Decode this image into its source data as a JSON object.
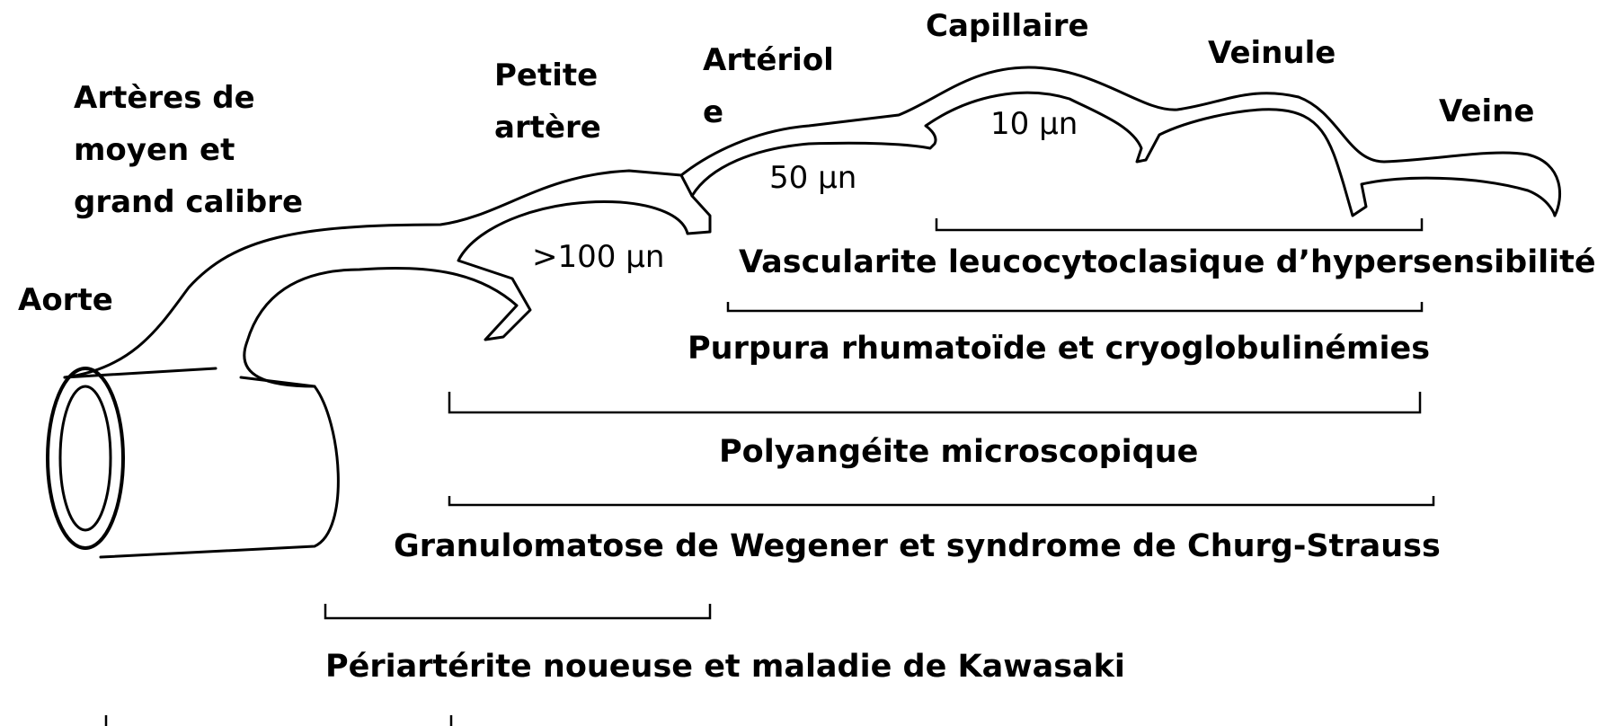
{
  "vessel_labels": {
    "aorte": "Aorte",
    "arteres_moyen_grand": "Artères de\nmoyen et\ngrand calibre",
    "petite_artere": "Petite\nartère",
    "arteriole": "Artériol\ne",
    "capillaire": "Capillaire",
    "veinule": "Veinule",
    "veine": "Veine"
  },
  "vessel_sizes": {
    "petite_artere": ">100 µn",
    "arteriole": "50 µn",
    "capillaire": "10 µn"
  },
  "diseases": {
    "vascularite": "Vascularite leucocytoclasique d’hypersensibilité",
    "purpura": "Purpura  rhumatoïde  et cryoglobulinémies",
    "polyangeite": "Polyangéite microscopique",
    "wegener": "Granulomatose de Wegener et syndrome de Churg-Strauss",
    "periarterite": "Périartérite noueuse et maladie de Kawasaki"
  },
  "colors": {
    "ink": "#000000",
    "background": "#ffffff"
  }
}
